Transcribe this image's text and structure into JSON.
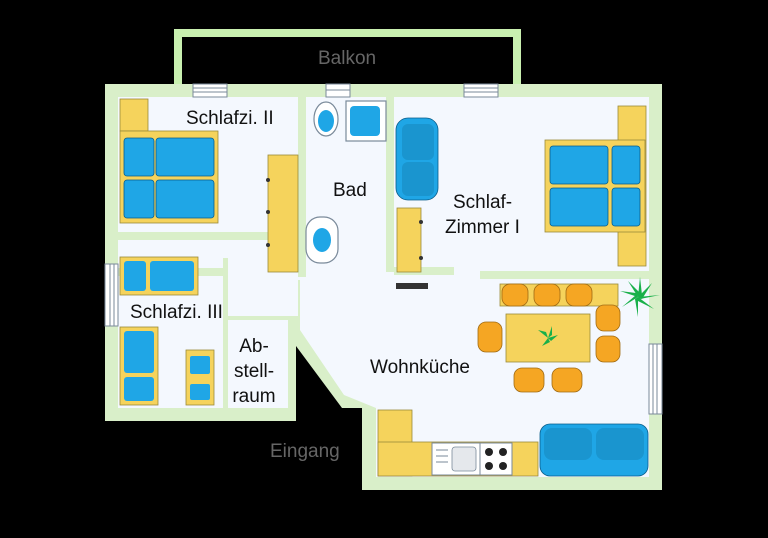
{
  "plan": {
    "labels": {
      "balkon": "Balkon",
      "schlafzi_2": "Schlafzi. II",
      "bad": "Bad",
      "schlafzimmer_1_line1": "Schlaf-",
      "schlafzimmer_1_line2": "Zimmer I",
      "schlafzi_3": "Schlafzi. III",
      "abstellraum_line1": "Ab-",
      "abstellraum_line2": "stell-",
      "abstellraum_line3": "raum",
      "wohnkueche": "Wohnküche",
      "eingang": "Eingang"
    },
    "colors": {
      "background": "#000000",
      "wall": "#d9efc9",
      "floor": "#f4f8fe",
      "furniture": "#f5d35c",
      "upholstery": "#1fa6e6",
      "balcony_rail": "#c9f0b0",
      "plant": "#19b04a"
    }
  }
}
